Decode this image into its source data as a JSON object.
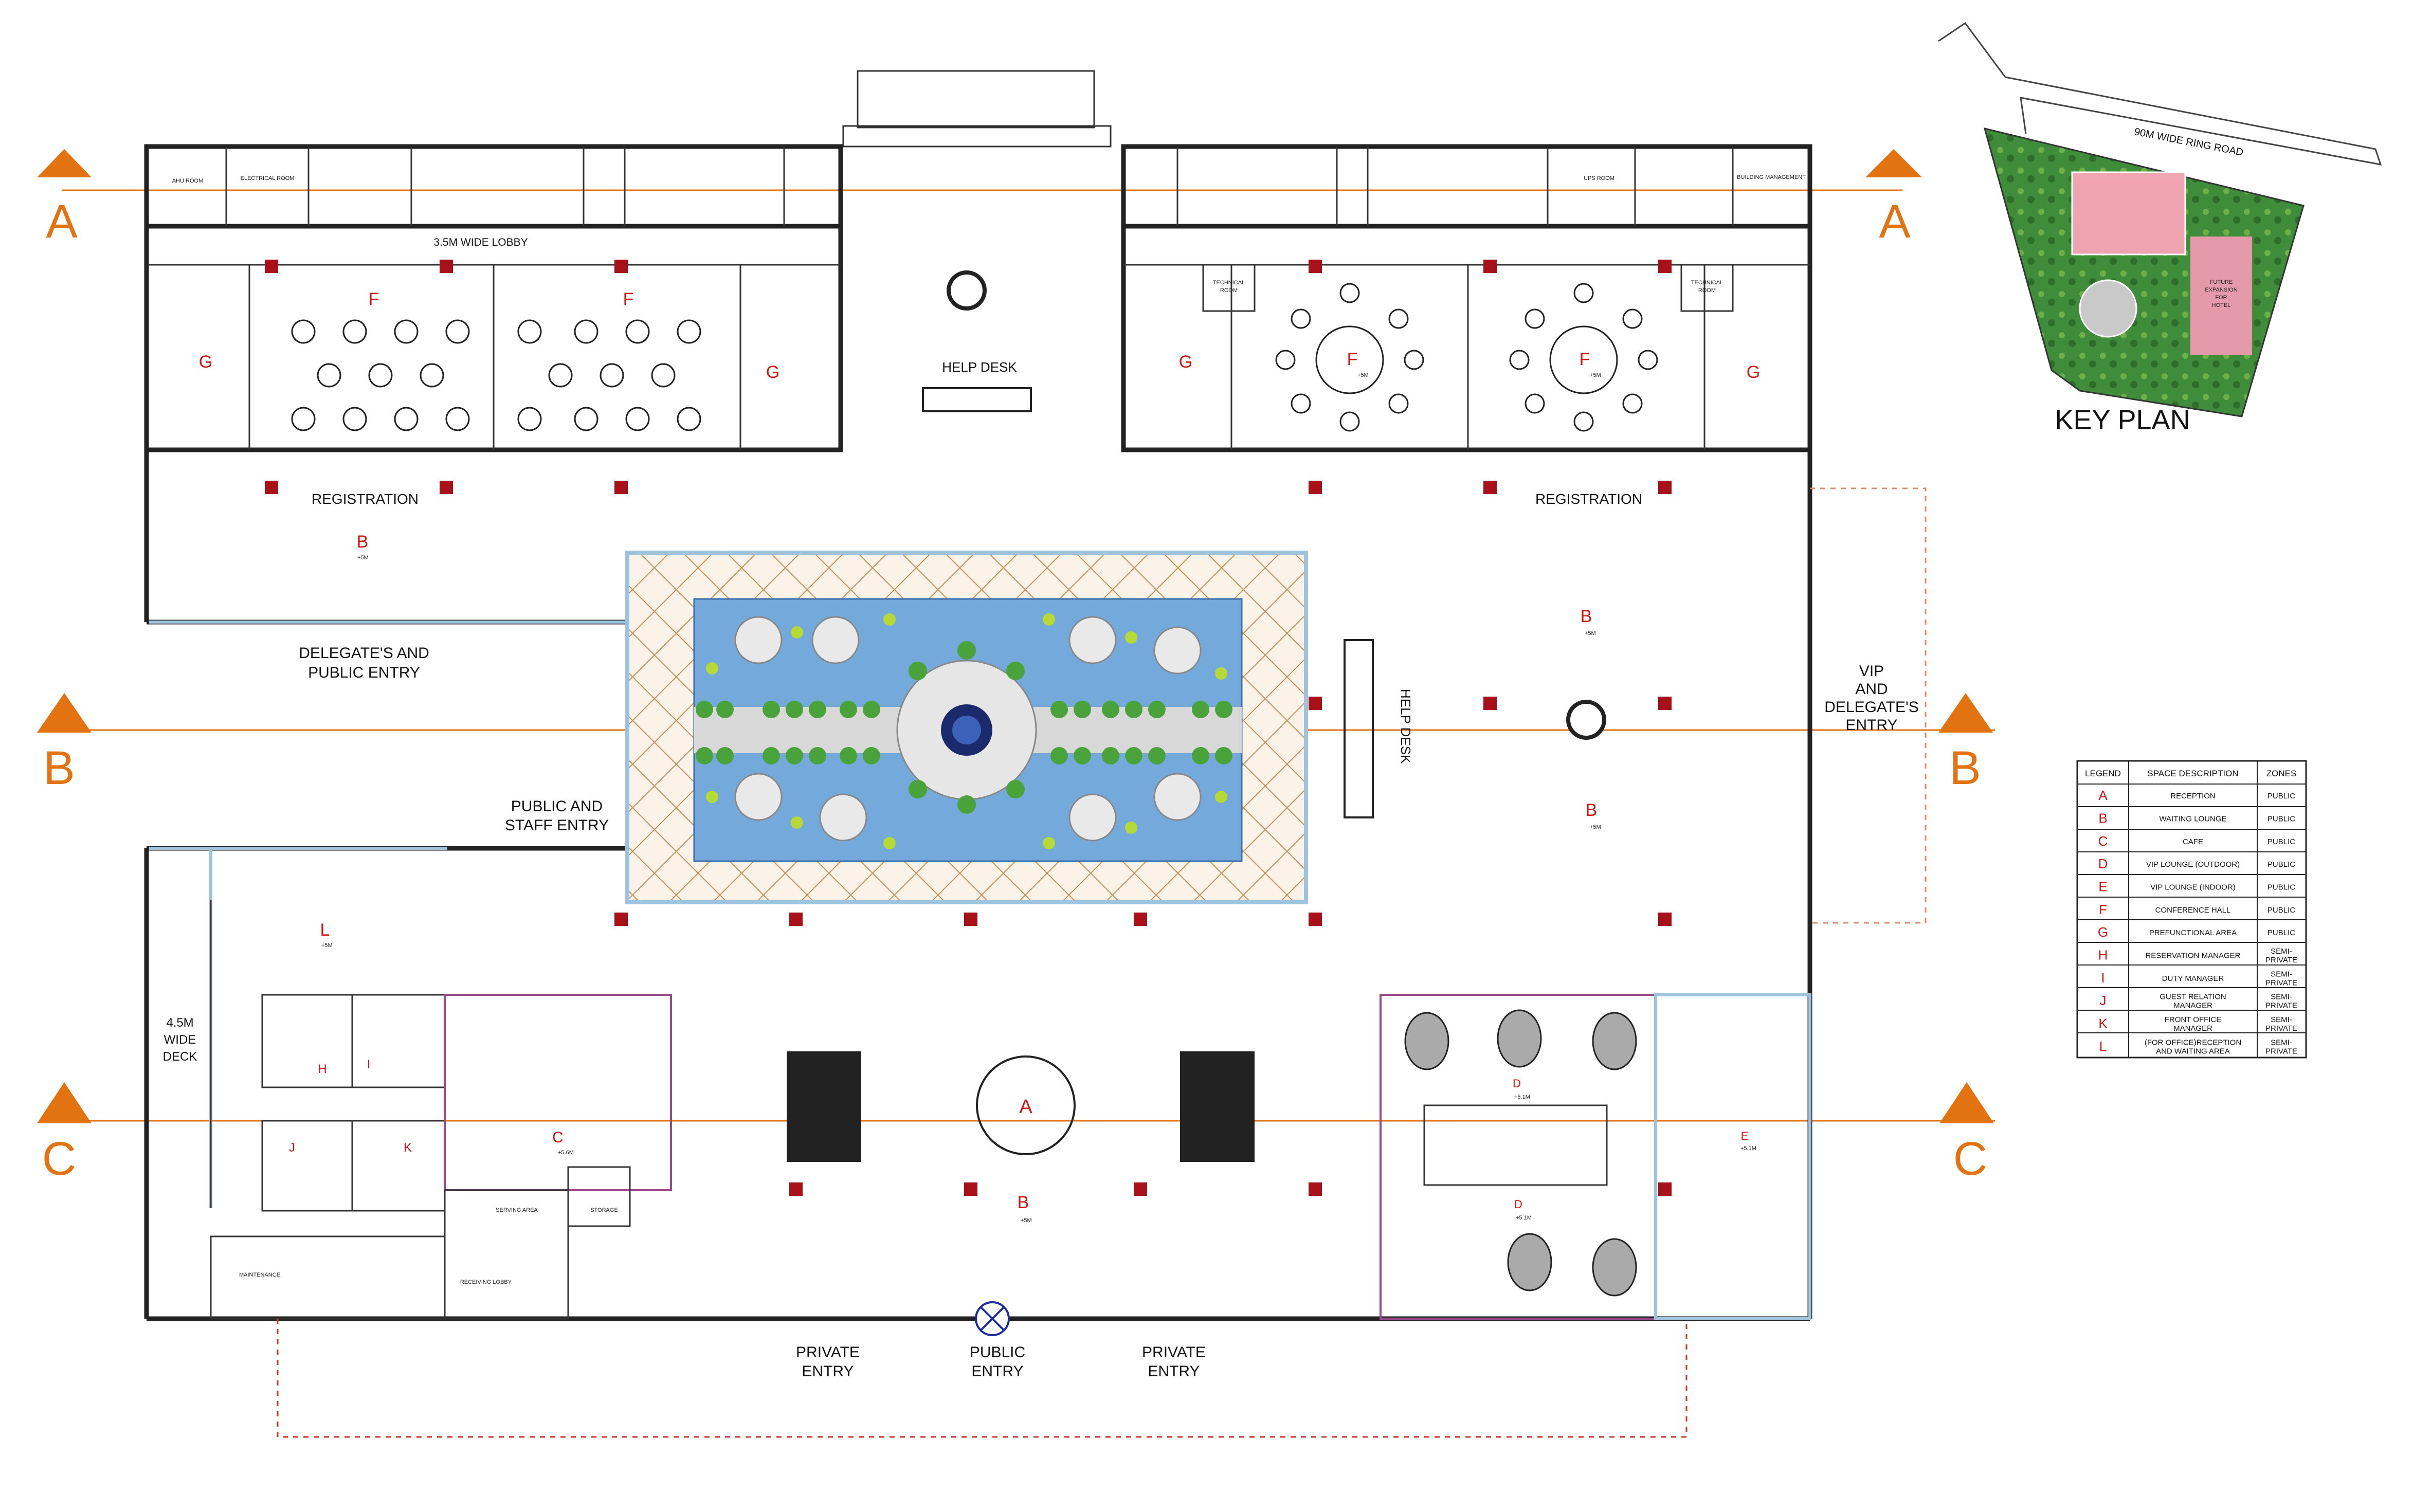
{
  "colors": {
    "section_marker": "#e37210",
    "zone_letter": "#d01515",
    "column": "#a8101a",
    "pool_water": "#74a9dc",
    "deck_pattern": "#c5915e",
    "glass_wall": "#9ec3de"
  },
  "section_markers": {
    "a_left": "A",
    "a_right": "A",
    "b_left": "B",
    "b_right": "B",
    "c_left": "C",
    "c_right": "C"
  },
  "labels": {
    "lobby": "3.5M WIDE LOBBY",
    "registration_left": "REGISTRATION",
    "registration_right": "REGISTRATION",
    "help_desk_top": "HELP DESK",
    "help_desk_vertical": "HELP DESK",
    "delegate_entry": [
      "DELEGATE'S AND",
      "PUBLIC ENTRY"
    ],
    "public_staff_entry": [
      "PUBLIC AND",
      "STAFF ENTRY"
    ],
    "vip_entry": [
      "VIP",
      "AND",
      "DELEGATE'S",
      "ENTRY"
    ],
    "private_entry_left": [
      "PRIVATE",
      "ENTRY"
    ],
    "public_entry": [
      "PUBLIC",
      "ENTRY"
    ],
    "private_entry_right": [
      "PRIVATE",
      "ENTRY"
    ],
    "wide_deck": [
      "4.5M",
      "WIDE",
      "DECK"
    ],
    "technical_room": [
      "TECHNICAL",
      "ROOM"
    ],
    "ahu_room": "AHU ROOM",
    "electrical_room": "ELECTRICAL ROOM",
    "ups_room": "UPS ROOM",
    "building_management": "BUILDING MANAGEMENT",
    "maintenance": "MAINTENANCE",
    "serving_area": "SERVING AREA",
    "storage": "STORAGE",
    "receiving_lobby": "RECEIVING LOBBY"
  },
  "zones": {
    "f1": "F",
    "f2": "F",
    "f3": "F",
    "f4": "F",
    "g1": "G",
    "g2": "G",
    "g3": "G",
    "g4": "G",
    "b_left": "B",
    "b_right_top": "B",
    "b_right_bottom": "B",
    "b_bottom": "B",
    "l": "L",
    "h": "H",
    "i": "I",
    "j": "J",
    "k": "K",
    "c": "C",
    "a": "A",
    "d_top": "D",
    "d_bottom": "D",
    "e": "E"
  },
  "levels": {
    "f3": "+5M",
    "f4": "+5M",
    "b_left": "+5M",
    "b_right_top": "+5M",
    "b_right_bottom": "+5M",
    "b_bottom": "+5M",
    "l": "+5M",
    "c": "+5.6M",
    "d_top": "+5.1M",
    "d_bottom": "+5.1M",
    "e": "+5.1M"
  },
  "key_plan": {
    "title": "KEY PLAN",
    "road": "90M WIDE RING ROAD",
    "future_expansion": [
      "FUTURE",
      "EXPANSION",
      "FOR",
      "HOTEL"
    ]
  },
  "legend": {
    "headers": [
      "LEGEND",
      "SPACE DESCRIPTION",
      "ZONES"
    ],
    "rows": [
      {
        "key": "A",
        "desc": [
          "RECEPTION"
        ],
        "zone": [
          "PUBLIC"
        ]
      },
      {
        "key": "B",
        "desc": [
          "WAITING LOUNGE"
        ],
        "zone": [
          "PUBLIC"
        ]
      },
      {
        "key": "C",
        "desc": [
          "CAFE"
        ],
        "zone": [
          "PUBLIC"
        ]
      },
      {
        "key": "D",
        "desc": [
          "VIP LOUNGE (OUTDOOR)"
        ],
        "zone": [
          "PUBLIC"
        ]
      },
      {
        "key": "E",
        "desc": [
          "VIP LOUNGE (INDOOR)"
        ],
        "zone": [
          "PUBLIC"
        ]
      },
      {
        "key": "F",
        "desc": [
          "CONFERENCE HALL"
        ],
        "zone": [
          "PUBLIC"
        ]
      },
      {
        "key": "G",
        "desc": [
          "PREFUNCTIONAL AREA"
        ],
        "zone": [
          "PUBLIC"
        ]
      },
      {
        "key": "H",
        "desc": [
          "RESERVATION MANAGER"
        ],
        "zone": [
          "SEMI-",
          "PRIVATE"
        ]
      },
      {
        "key": "I",
        "desc": [
          "DUTY MANAGER"
        ],
        "zone": [
          "SEMI-",
          "PRIVATE"
        ]
      },
      {
        "key": "J",
        "desc": [
          "GUEST RELATION",
          "MANAGER"
        ],
        "zone": [
          "SEMI-",
          "PRIVATE"
        ]
      },
      {
        "key": "K",
        "desc": [
          "FRONT OFFICE",
          "MANAGER"
        ],
        "zone": [
          "SEMI-",
          "PRIVATE"
        ]
      },
      {
        "key": "L",
        "desc": [
          "(FOR OFFICE)RECEPTION",
          "AND WAITING AREA"
        ],
        "zone": [
          "SEMI-",
          "PRIVATE"
        ]
      }
    ]
  }
}
